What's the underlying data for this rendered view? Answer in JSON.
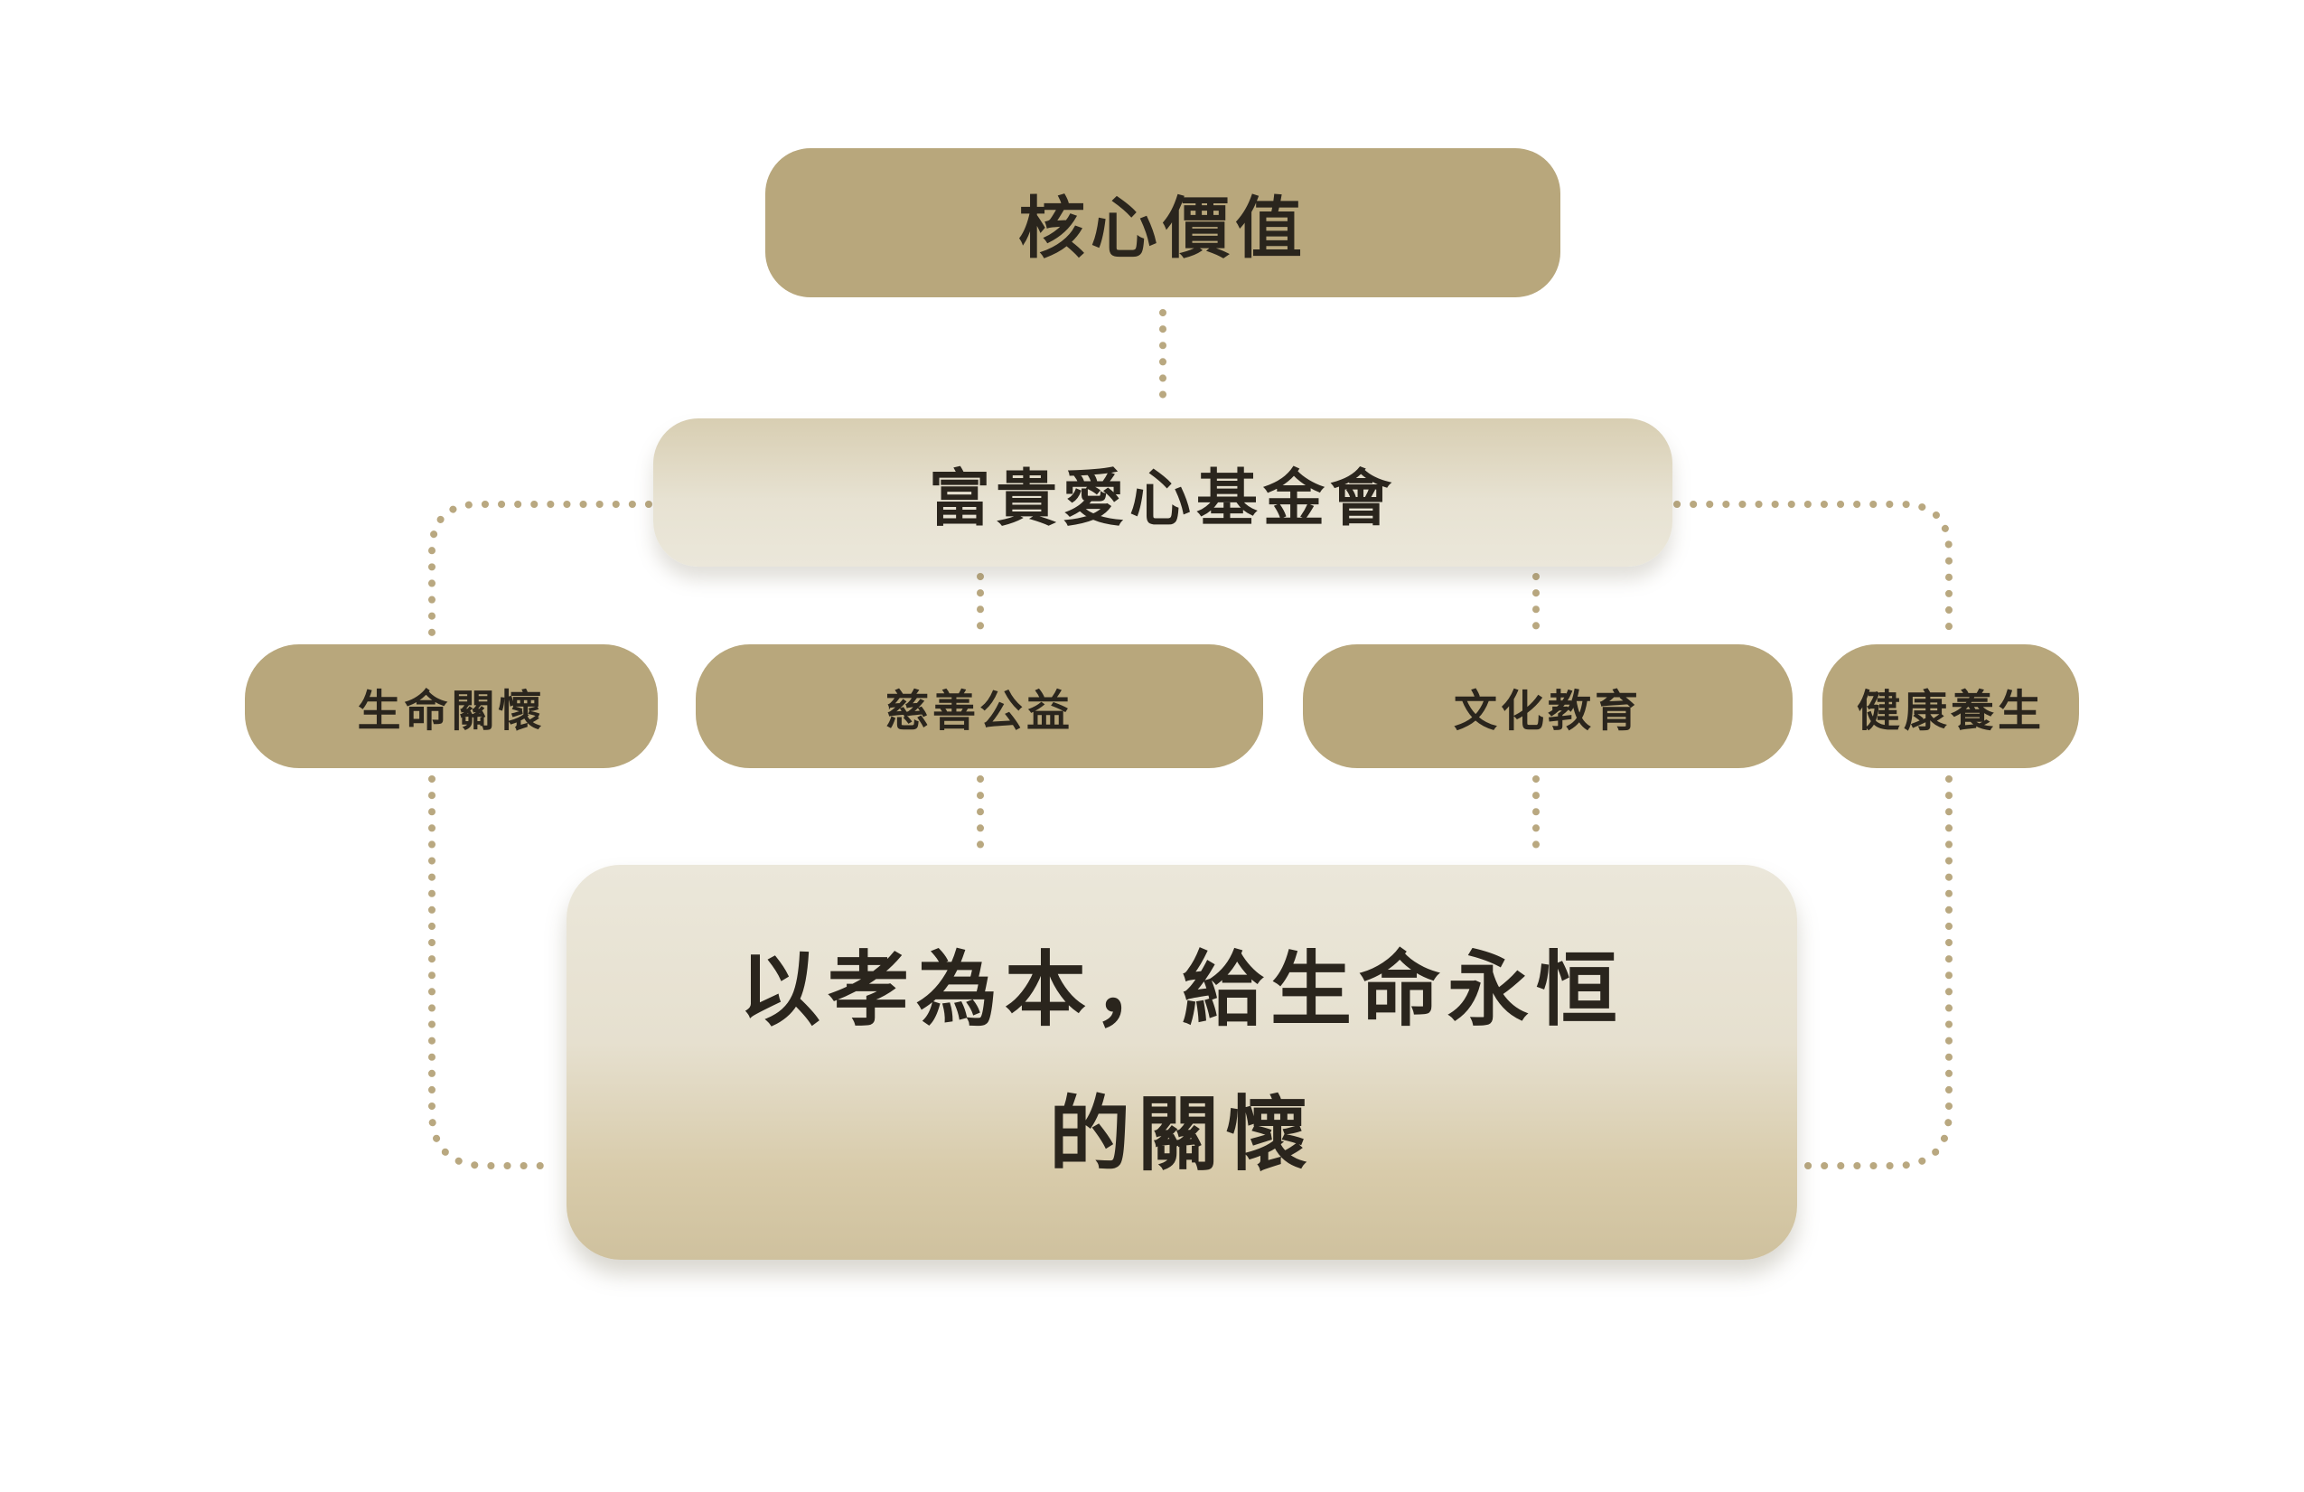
{
  "diagram": {
    "root_label": "核心價值",
    "org_label": "富貴愛心基金會",
    "branches": [
      {
        "label": "生命關懷"
      },
      {
        "label": "慈善公益"
      },
      {
        "label": "文化教育"
      },
      {
        "label": "健康養生"
      }
    ],
    "motto_line1": "以孝為本，給生命永恒",
    "motto_line2": "的關懷"
  },
  "colors": {
    "dark_node": "#b8a77c",
    "light_node": "#ebe7da",
    "connector": "#b9a880",
    "text": "#2a251d"
  }
}
